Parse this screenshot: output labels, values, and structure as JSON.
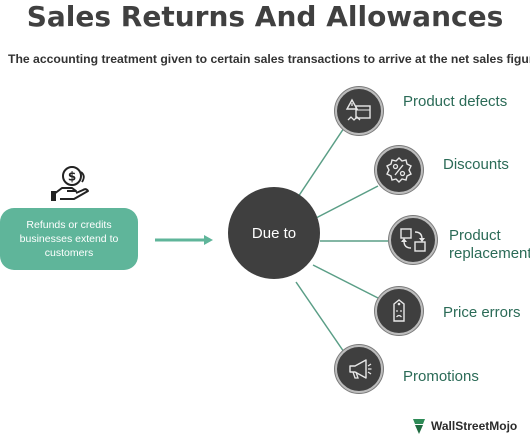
{
  "title": "Sales Returns And Allowances",
  "subtitle": "The accounting treatment given to certain sales transactions to arrive at the net sales figure",
  "source_box": {
    "text": "Refunds or credits businesses extend to customers",
    "icon": "money-hand-icon"
  },
  "hub": {
    "label": "Due to"
  },
  "reasons": [
    {
      "label": "Product defects",
      "icon": "defect-box-icon"
    },
    {
      "label": "Discounts",
      "icon": "percent-badge-icon"
    },
    {
      "label": "Product replacement",
      "icon": "box-swap-icon"
    },
    {
      "label": "Price errors",
      "icon": "sad-price-tag-icon"
    },
    {
      "label": "Promotions",
      "icon": "megaphone-icon"
    }
  ],
  "brand": {
    "name": "WallStreetMojo",
    "icon": "mojo-logo-icon"
  },
  "colors": {
    "accent": "#5fb59a",
    "dark": "#3f3f3f",
    "label_text": "#2b6b57",
    "connector": "#5a9e86"
  }
}
